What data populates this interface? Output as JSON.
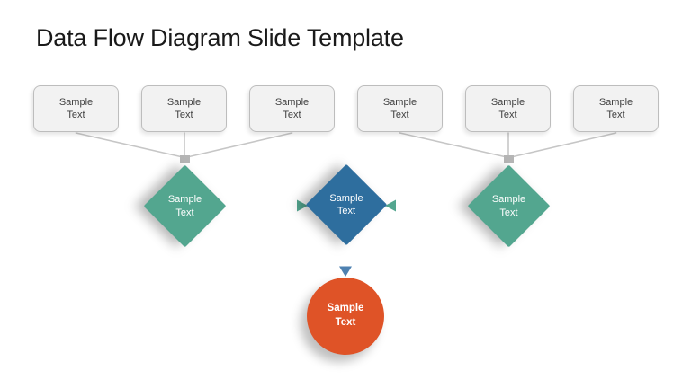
{
  "slide": {
    "title": "Data Flow Diagram Slide Template"
  },
  "colors": {
    "title_text": "#1A1A1A",
    "teal": "#53A68F",
    "teal_light": "#DCEBE6",
    "blue": "#2E6E9E",
    "blue_light": "#CCD3D9",
    "orange": "#DF5327",
    "box_fill": "#F2F2F2",
    "box_border": "#BDBDBD",
    "box_text": "#3F3F3F",
    "connector_gray": "#C6C6C6",
    "arrow_gray": "#B5B5B5",
    "arrow_blue": "#4E81B1",
    "shape_text": "#FFFFFF"
  },
  "nodes": {
    "sources": [
      {
        "label": "Sample\nText"
      },
      {
        "label": "Sample\nText"
      },
      {
        "label": "Sample\nText"
      },
      {
        "label": "Sample\nText"
      },
      {
        "label": "Sample\nText"
      },
      {
        "label": "Sample\nText"
      }
    ],
    "process_left": {
      "label": "Sample\nText"
    },
    "process_center": {
      "label": "Sample\nText"
    },
    "process_right": {
      "label": "Sample\nText"
    },
    "end_circle": {
      "label": "Sample\nText"
    }
  }
}
